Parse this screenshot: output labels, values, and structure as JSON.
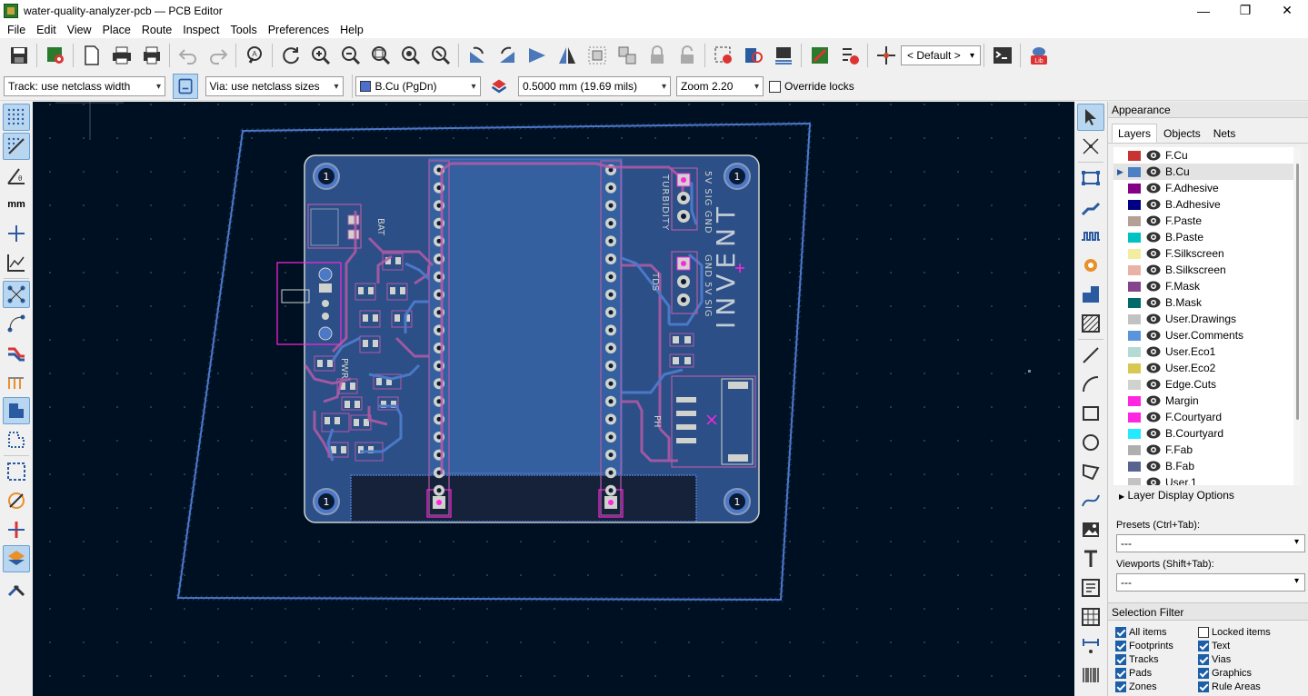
{
  "window": {
    "title": "water-quality-analyzer-pcb — PCB Editor",
    "minimize": "—",
    "maximize": "❐",
    "close": "✕"
  },
  "menu": [
    "File",
    "Edit",
    "View",
    "Place",
    "Route",
    "Inspect",
    "Tools",
    "Preferences",
    "Help"
  ],
  "toolbar": {
    "layer_preset": "< Default >",
    "lib_label": "Lib"
  },
  "toolbar2": {
    "track": "Track: use netclass width",
    "via": "Via: use netclass sizes",
    "layer": "B.Cu (PgDn)",
    "layer_color": "#4b6fd1",
    "grid": "0.5000 mm (19.69 mils)",
    "zoom": "Zoom 2.20",
    "override_locks": "Override locks"
  },
  "left_tools": {
    "units": "mm"
  },
  "board": {
    "silk_bat": "BAT",
    "silk_pwr": "PWR",
    "silk_turbidity": "TURBIDITY",
    "silk_tds": "TDS",
    "silk_ph": "PH",
    "silk_invent": "INVENT",
    "turbidity_pins": "5V SIG GND",
    "tds_pins": "GND 5V SIG",
    "hole_label": "1"
  },
  "appearance": {
    "header": "Appearance",
    "tabs": [
      "Layers",
      "Objects",
      "Nets"
    ],
    "layers": [
      {
        "name": "F.Cu",
        "color": "#c83434"
      },
      {
        "name": "B.Cu",
        "color": "#4d7fc4"
      },
      {
        "name": "F.Adhesive",
        "color": "#840084"
      },
      {
        "name": "B.Adhesive",
        "color": "#000084"
      },
      {
        "name": "F.Paste",
        "color": "#b4a096"
      },
      {
        "name": "B.Paste",
        "color": "#00c2c2"
      },
      {
        "name": "F.Silkscreen",
        "color": "#f2eda1"
      },
      {
        "name": "B.Silkscreen",
        "color": "#e8b2a7"
      },
      {
        "name": "F.Mask",
        "color": "#84448c"
      },
      {
        "name": "B.Mask",
        "color": "#026a6a"
      },
      {
        "name": "User.Drawings",
        "color": "#c2c2c2"
      },
      {
        "name": "User.Comments",
        "color": "#5994dc"
      },
      {
        "name": "User.Eco1",
        "color": "#b4dbd2"
      },
      {
        "name": "User.Eco2",
        "color": "#d8c852"
      },
      {
        "name": "Edge.Cuts",
        "color": "#d0d2cd"
      },
      {
        "name": "Margin",
        "color": "#ff26e2"
      },
      {
        "name": "F.Courtyard",
        "color": "#ff26e2"
      },
      {
        "name": "B.Courtyard",
        "color": "#26e9ff"
      },
      {
        "name": "F.Fab",
        "color": "#afafaf"
      },
      {
        "name": "B.Fab",
        "color": "#58648f"
      },
      {
        "name": "User.1",
        "color": "#c2c2c2"
      }
    ],
    "selected_layer": "B.Cu",
    "layer_display_options": "Layer Display Options",
    "presets_label": "Presets (Ctrl+Tab):",
    "presets_value": "---",
    "viewports_label": "Viewports (Shift+Tab):",
    "viewports_value": "---"
  },
  "selection_filter": {
    "header": "Selection Filter",
    "items": [
      {
        "label": "All items",
        "checked": true
      },
      {
        "label": "Locked items",
        "checked": false
      },
      {
        "label": "Footprints",
        "checked": true
      },
      {
        "label": "Text",
        "checked": true
      },
      {
        "label": "Tracks",
        "checked": true
      },
      {
        "label": "Vias",
        "checked": true
      },
      {
        "label": "Pads",
        "checked": true
      },
      {
        "label": "Graphics",
        "checked": true
      },
      {
        "label": "Zones",
        "checked": true
      },
      {
        "label": "Rule Areas",
        "checked": true
      }
    ]
  }
}
